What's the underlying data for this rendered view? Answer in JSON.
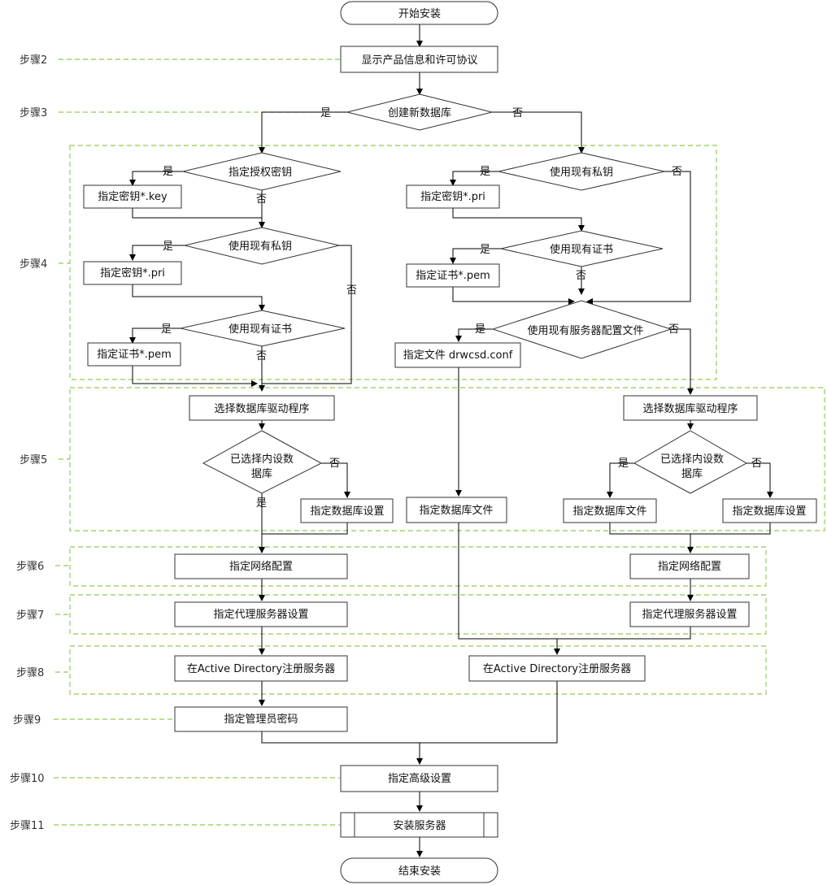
{
  "nodes": {
    "start": "开始安装",
    "show_info": "显示产品信息和许可协议",
    "create_db": "创建新数据库",
    "auth_key_q": "指定授权密钥",
    "key_left": "指定密钥*.key",
    "use_priv_q_left": "使用现有私钥",
    "pri_left": "指定密钥*.pri",
    "use_cert_q_left": "使用现有证书",
    "pem_left": "指定证书*.pem",
    "use_priv_q_right": "使用现有私钥",
    "pri_right": "指定密钥*.pri",
    "use_cert_q_right": "使用现有证书",
    "pem_right": "指定证书*.pem",
    "server_conf_q": "使用现有服务器配置文件",
    "conf_file": "指定文件 drwcsd.conf",
    "driver_left": "选择数据库驱动程序",
    "driver_right": "选择数据库驱动程序",
    "builtin_q_left_1": "已选择内设数",
    "builtin_q_left_2": "据库",
    "builtin_q_right_1": "已选择内设数",
    "builtin_q_right_2": "据库",
    "db_settings_left": "指定数据库设置",
    "db_file_mid": "指定数据库文件",
    "db_file_right": "指定数据库文件",
    "db_settings_right": "指定数据库设置",
    "network_left": "指定网络配置",
    "network_right": "指定网络配置",
    "proxy_left": "指定代理服务器设置",
    "proxy_right": "指定代理服务器设置",
    "ad_left": "在Active Directory注册服务器",
    "ad_right": "在Active Directory注册服务器",
    "admin_pwd": "指定管理员密码",
    "advanced": "指定高级设置",
    "install": "安装服务器",
    "end": "结束安装"
  },
  "edge_labels": {
    "yes": "是",
    "no": "否"
  },
  "steps": {
    "s2": "步骤2",
    "s3": "步骤3",
    "s4": "步骤4",
    "s5": "步骤5",
    "s6": "步骤6",
    "s7": "步骤7",
    "s8": "步骤8",
    "s9": "步骤9",
    "s10": "步骤10",
    "s11": "步骤11"
  },
  "colors": {
    "region_stroke": "#8fce4f",
    "node_stroke": "#333333",
    "edge": "#000000"
  }
}
